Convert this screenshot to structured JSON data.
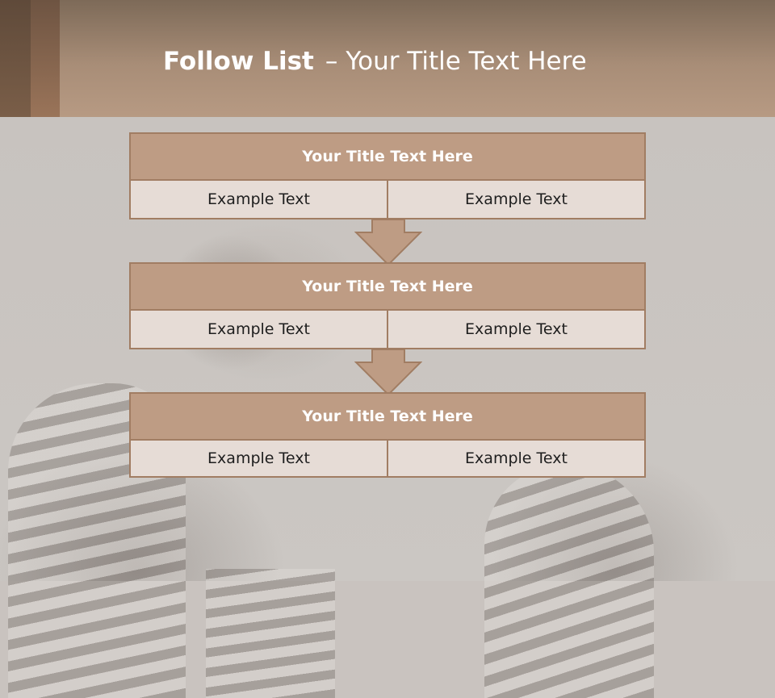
{
  "slide": {
    "title_bold": "Follow List",
    "title_dash": "–",
    "title_rest": "Your Title Text Here"
  },
  "steps": [
    {
      "title": "Your Title Text Here",
      "left": "Example Text",
      "right": "Example Text"
    },
    {
      "title": "Your Title Text Here",
      "left": "Example Text",
      "right": "Example Text"
    },
    {
      "title": "Your Title Text Here",
      "left": "Example Text",
      "right": "Example Text"
    }
  ],
  "colors": {
    "header_fill": "#be9c84",
    "border": "#a17d63",
    "cell_fill": "#e6dcd6",
    "arrow_fill": "#be9c84"
  },
  "icons": [
    "down-arrow-icon",
    "down-arrow-icon"
  ]
}
